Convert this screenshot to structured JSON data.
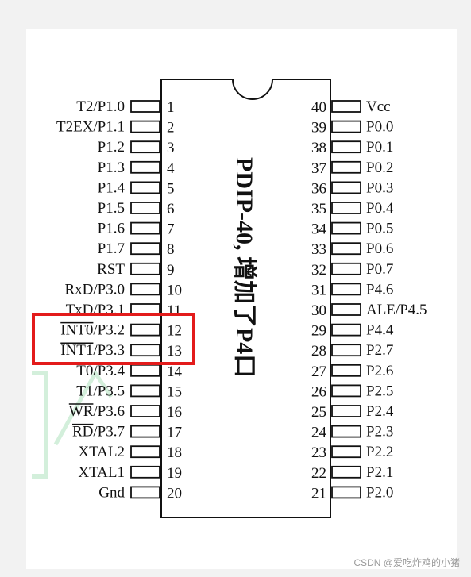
{
  "chip": {
    "title": "PDIP-40, 增加了P4口"
  },
  "left_pins": [
    {
      "num": "1",
      "label": "T2/P1.0",
      "bar": ""
    },
    {
      "num": "2",
      "label": "T2EX/P1.1",
      "bar": ""
    },
    {
      "num": "3",
      "label": "P1.2",
      "bar": ""
    },
    {
      "num": "4",
      "label": "P1.3",
      "bar": ""
    },
    {
      "num": "5",
      "label": "P1.4",
      "bar": ""
    },
    {
      "num": "6",
      "label": "P1.5",
      "bar": ""
    },
    {
      "num": "7",
      "label": "P1.6",
      "bar": ""
    },
    {
      "num": "8",
      "label": "P1.7",
      "bar": ""
    },
    {
      "num": "9",
      "label": "RST",
      "bar": ""
    },
    {
      "num": "10",
      "label": "RxD/P3.0",
      "bar": ""
    },
    {
      "num": "11",
      "label": "TxD/P3.1",
      "bar": ""
    },
    {
      "num": "12",
      "label": "INT0/P3.2",
      "bar": "INT0"
    },
    {
      "num": "13",
      "label": "INT1/P3.3",
      "bar": "INT1"
    },
    {
      "num": "14",
      "label": "T0/P3.4",
      "bar": ""
    },
    {
      "num": "15",
      "label": "T1/P3.5",
      "bar": ""
    },
    {
      "num": "16",
      "label": "WR/P3.6",
      "bar": "WR"
    },
    {
      "num": "17",
      "label": "RD/P3.7",
      "bar": "RD"
    },
    {
      "num": "18",
      "label": "XTAL2",
      "bar": ""
    },
    {
      "num": "19",
      "label": "XTAL1",
      "bar": ""
    },
    {
      "num": "20",
      "label": "Gnd",
      "bar": ""
    }
  ],
  "right_pins": [
    {
      "num": "40",
      "label": "Vcc"
    },
    {
      "num": "39",
      "label": "P0.0"
    },
    {
      "num": "38",
      "label": "P0.1"
    },
    {
      "num": "37",
      "label": "P0.2"
    },
    {
      "num": "36",
      "label": "P0.3"
    },
    {
      "num": "35",
      "label": "P0.4"
    },
    {
      "num": "34",
      "label": "P0.5"
    },
    {
      "num": "33",
      "label": "P0.6"
    },
    {
      "num": "32",
      "label": "P0.7"
    },
    {
      "num": "31",
      "label": "P4.6"
    },
    {
      "num": "30",
      "label": "ALE/P4.5"
    },
    {
      "num": "29",
      "label": "P4.4"
    },
    {
      "num": "28",
      "label": "P2.7"
    },
    {
      "num": "27",
      "label": "P2.6"
    },
    {
      "num": "26",
      "label": "P2.5"
    },
    {
      "num": "25",
      "label": "P2.4"
    },
    {
      "num": "24",
      "label": "P2.3"
    },
    {
      "num": "23",
      "label": "P2.2"
    },
    {
      "num": "22",
      "label": "P2.1"
    },
    {
      "num": "21",
      "label": "P2.0"
    }
  ],
  "highlight": {
    "pins": [
      "12",
      "13"
    ],
    "color": "#e31b1b"
  },
  "colors": {
    "ink": "#111111",
    "watermark_green": "#9fdcb0"
  },
  "footer": {
    "watermark": "CSDN @爱吃炸鸡的小猪"
  }
}
